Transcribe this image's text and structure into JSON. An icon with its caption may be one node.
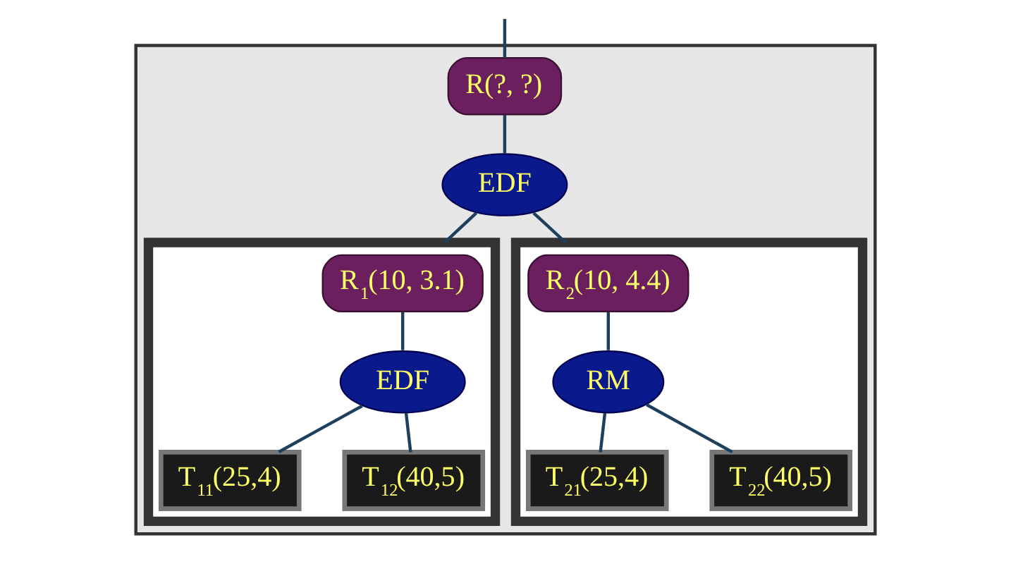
{
  "diagram": {
    "nodes": [
      {
        "text": [],
        "shape": "box"
      },
      {
        "text": [
          "R(?, ?)"
        ],
        "in": 0
      },
      {
        "text": [
          "EDF"
        ],
        "in": 0
      },
      {
        "text": [],
        "shape": "box",
        "in": 0
      },
      {
        "text": [
          "R$_{1}$(10, 3.1)"
        ],
        "in": 3
      },
      {
        "text": [
          "EDF"
        ],
        "in": 3
      },
      {
        "text": [
          "T$_{11}$(25,4)"
        ],
        "in": 3
      },
      {
        "text": [
          "T$_{12}$(40,5)"
        ],
        "in": 3
      },
      {
        "text": [],
        "shape": "box",
        "in": 0
      },
      {
        "text": [
          "R$_{2}$(10, 4.4)"
        ],
        "in": 8
      },
      {
        "text": [
          "RM"
        ],
        "in": 8
      },
      {
        "text": [
          "T$_{21}$(25,4)"
        ],
        "in": 8
      },
      {
        "text": [
          "T$_{22}$(40,5)"
        ],
        "in": 8
      }
    ],
    "edges": [
      {
        "from": null,
        "to": 1,
        "arrow": "none"
      },
      {
        "from": 1,
        "to": 2,
        "arrow": "none"
      },
      {
        "from": 2,
        "to": 3,
        "arrow": "none"
      },
      {
        "from": 2,
        "to": 8,
        "arrow": "none"
      },
      {
        "from": 4,
        "to": 5,
        "arrow": "none"
      },
      {
        "from": 5,
        "to": 6,
        "arrow": "none"
      },
      {
        "from": 5,
        "to": 7,
        "arrow": "none"
      },
      {
        "from": 9,
        "to": 10,
        "arrow": "none"
      },
      {
        "from": 10,
        "to": 11,
        "arrow": "none"
      },
      {
        "from": 10,
        "to": 12,
        "arrow": "none"
      }
    ]
  }
}
